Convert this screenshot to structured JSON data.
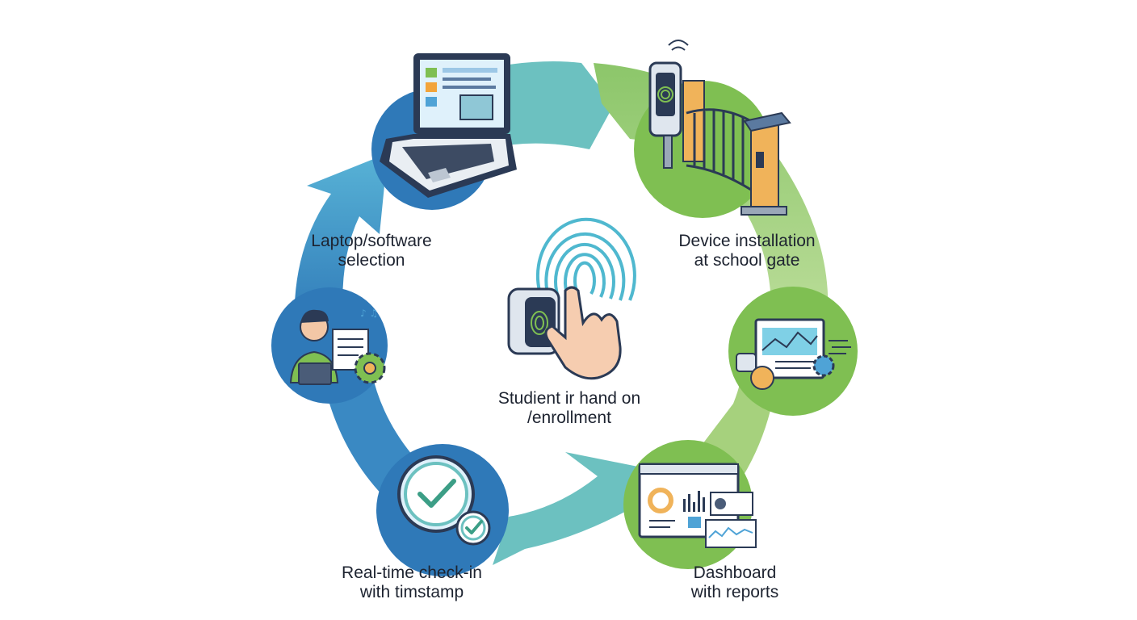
{
  "steps": {
    "laptop": {
      "line1": "Laptop/software",
      "line2": "selection",
      "icon": "laptop-icon"
    },
    "device": {
      "line1": "Device installation",
      "line2": "at school gate",
      "icon": "school-gate-fingerprint-device-icon"
    },
    "center": {
      "line1": "Studient ir hand on",
      "line2": "/enrollment",
      "icon": "fingerprint-scanner-hand-icon"
    },
    "checkin": {
      "line1": "Real-time check-in",
      "line2": "with timstamp",
      "icon": "check-clock-icon"
    },
    "dashboard": {
      "line1": "Dashboard",
      "line2": "with reports",
      "icon": "dashboard-reports-icon"
    },
    "setup": {
      "icon": "person-laptop-gear-icon"
    },
    "monitor": {
      "icon": "monitor-chart-gear-icon"
    }
  },
  "colors": {
    "blue_dark": "#2f79b8",
    "blue_mid": "#4fa3d6",
    "teal": "#6cc1c0",
    "green": "#7fbf52",
    "green_light": "#a6d17d",
    "ink": "#24324a"
  }
}
